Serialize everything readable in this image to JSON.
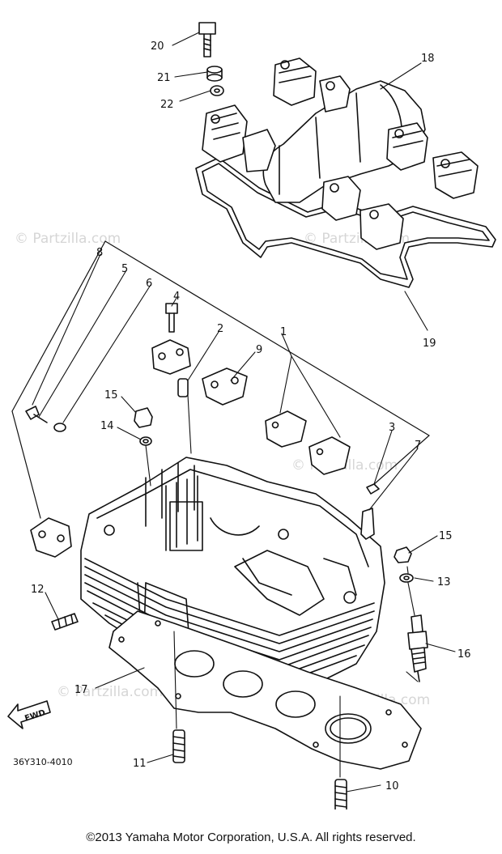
{
  "watermarks": [
    "© Partzilla.com",
    "© Partzilla.com",
    "© Partzilla.com",
    "© Partzilla.com",
    "© Partzilla.com"
  ],
  "callouts": {
    "p1": "1",
    "p2": "2",
    "p3": "3",
    "p4": "4",
    "p5": "5",
    "p6": "6",
    "p7": "7",
    "p8": "8",
    "p9": "9",
    "p10": "10",
    "p11": "11",
    "p12": "12",
    "p13": "13",
    "p14": "14",
    "p15a": "15",
    "p15b": "15",
    "p16": "16",
    "p17": "17",
    "p18": "18",
    "p19": "19",
    "p20": "20",
    "p21": "21",
    "p22": "22"
  },
  "fwd_label": "FWD",
  "diagram_code": "36Y310-4010",
  "footer": "©2013  Yamaha Motor Corporation, U.S.A. All rights reserved."
}
